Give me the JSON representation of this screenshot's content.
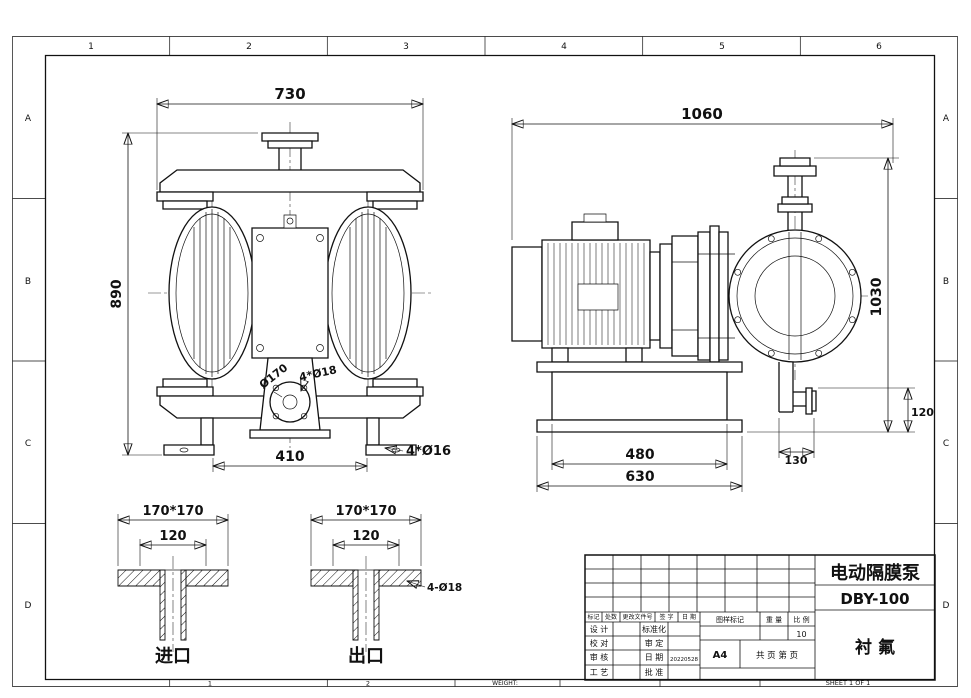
{
  "sheet": {
    "zone_cols": [
      "1",
      "2",
      "3",
      "4",
      "5",
      "6"
    ],
    "zone_rows": [
      "A",
      "B",
      "C",
      "D"
    ],
    "footer": {
      "zone_1": "1",
      "zone_2": "2",
      "weight_label": "WEIGHT:",
      "sheet_label": "SHEET 1 OF 1"
    }
  },
  "front_view": {
    "dim_top_width": "730",
    "dim_left_height": "890",
    "dim_bottom_width": "410",
    "note_foot_holes": "4*Ø16",
    "note_boss_dia": "Ø170",
    "note_boss_holes": "4*Ø18"
  },
  "side_view": {
    "dim_top_width": "1060",
    "dim_right_height": "1030",
    "dim_drain_height": "120",
    "dim_drain_offset": "130",
    "dim_base_inner": "480",
    "dim_base_outer": "630"
  },
  "inlet_detail": {
    "dim_flange": "170*170",
    "dim_bolts": "120",
    "label": "进口"
  },
  "outlet_detail": {
    "dim_flange": "170*170",
    "dim_bolts": "120",
    "note_holes": "4-Ø18",
    "label": "出口"
  },
  "title_block": {
    "product_name": "电动隔膜泵",
    "model": "DBY-100",
    "material": "衬  氟",
    "paper_size": "A4",
    "scale_value": "10",
    "pages_label": "共  页  第  页",
    "rev_headers": [
      "标记",
      "处数",
      "更改文件号",
      "签 字",
      "日 期"
    ],
    "col1": [
      "设 计",
      "校 对",
      "审 核",
      "工 艺"
    ],
    "col2": [
      "标准化",
      "审 定",
      "日 期",
      "批 准"
    ],
    "stamp_headers": [
      "图样标记",
      "重 量",
      "比 例"
    ],
    "date_value": "20220528"
  }
}
